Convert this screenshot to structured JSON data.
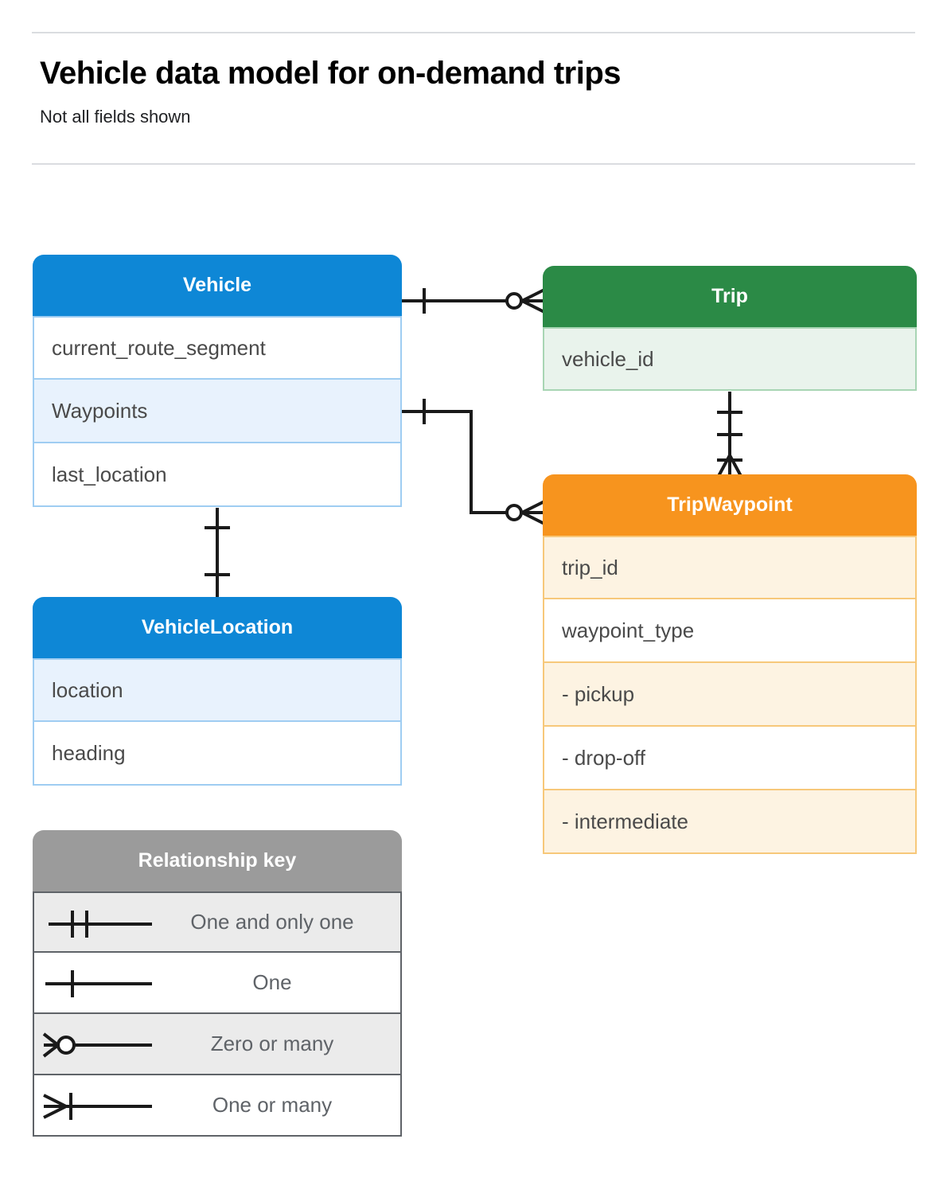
{
  "header": {
    "title": "Vehicle data model for on-demand trips",
    "subtitle": "Not all fields shown"
  },
  "colors": {
    "vehicle": "#0e87d6",
    "trip": "#2b8a46",
    "trip_waypoint": "#f7941e",
    "legend": "#9b9b9b",
    "text": "#4a4a4a",
    "connector": "#1a1a1a"
  },
  "entities": [
    {
      "id": "vehicle",
      "name": "Vehicle",
      "theme": "blue",
      "fields": [
        {
          "label": "current_route_segment"
        },
        {
          "label": "Waypoints"
        },
        {
          "label": "last_location"
        }
      ]
    },
    {
      "id": "trip",
      "name": "Trip",
      "theme": "green",
      "fields": [
        {
          "label": "vehicle_id"
        }
      ]
    },
    {
      "id": "trip_waypoint",
      "name": "TripWaypoint",
      "theme": "orange",
      "fields": [
        {
          "label": "trip_id"
        },
        {
          "label": "waypoint_type"
        },
        {
          "label": "-  pickup"
        },
        {
          "label": "-  drop-off"
        },
        {
          "label": "-  intermediate"
        }
      ]
    },
    {
      "id": "vehicle_location",
      "name": "VehicleLocation",
      "theme": "blue",
      "fields": [
        {
          "label": "location"
        },
        {
          "label": "heading"
        }
      ]
    }
  ],
  "legend": {
    "title": "Relationship key",
    "rows": [
      {
        "symbol": "one-and-only-one",
        "label": "One and only one"
      },
      {
        "symbol": "one",
        "label": "One"
      },
      {
        "symbol": "zero-or-many",
        "label": "Zero or many"
      },
      {
        "symbol": "one-or-many",
        "label": "One or many"
      }
    ]
  },
  "relationships": [
    {
      "from": "Vehicle",
      "from_cardinality": "one",
      "to": "Trip",
      "to_cardinality": "zero-or-many"
    },
    {
      "from": "Vehicle.Waypoints",
      "from_cardinality": "one",
      "to": "TripWaypoint",
      "to_cardinality": "zero-or-many"
    },
    {
      "from": "Trip",
      "from_cardinality": "one-and-only-one",
      "to": "TripWaypoint",
      "to_cardinality": "one-or-many"
    },
    {
      "from": "Vehicle",
      "from_cardinality": "one",
      "to": "VehicleLocation",
      "to_cardinality": "one"
    }
  ]
}
